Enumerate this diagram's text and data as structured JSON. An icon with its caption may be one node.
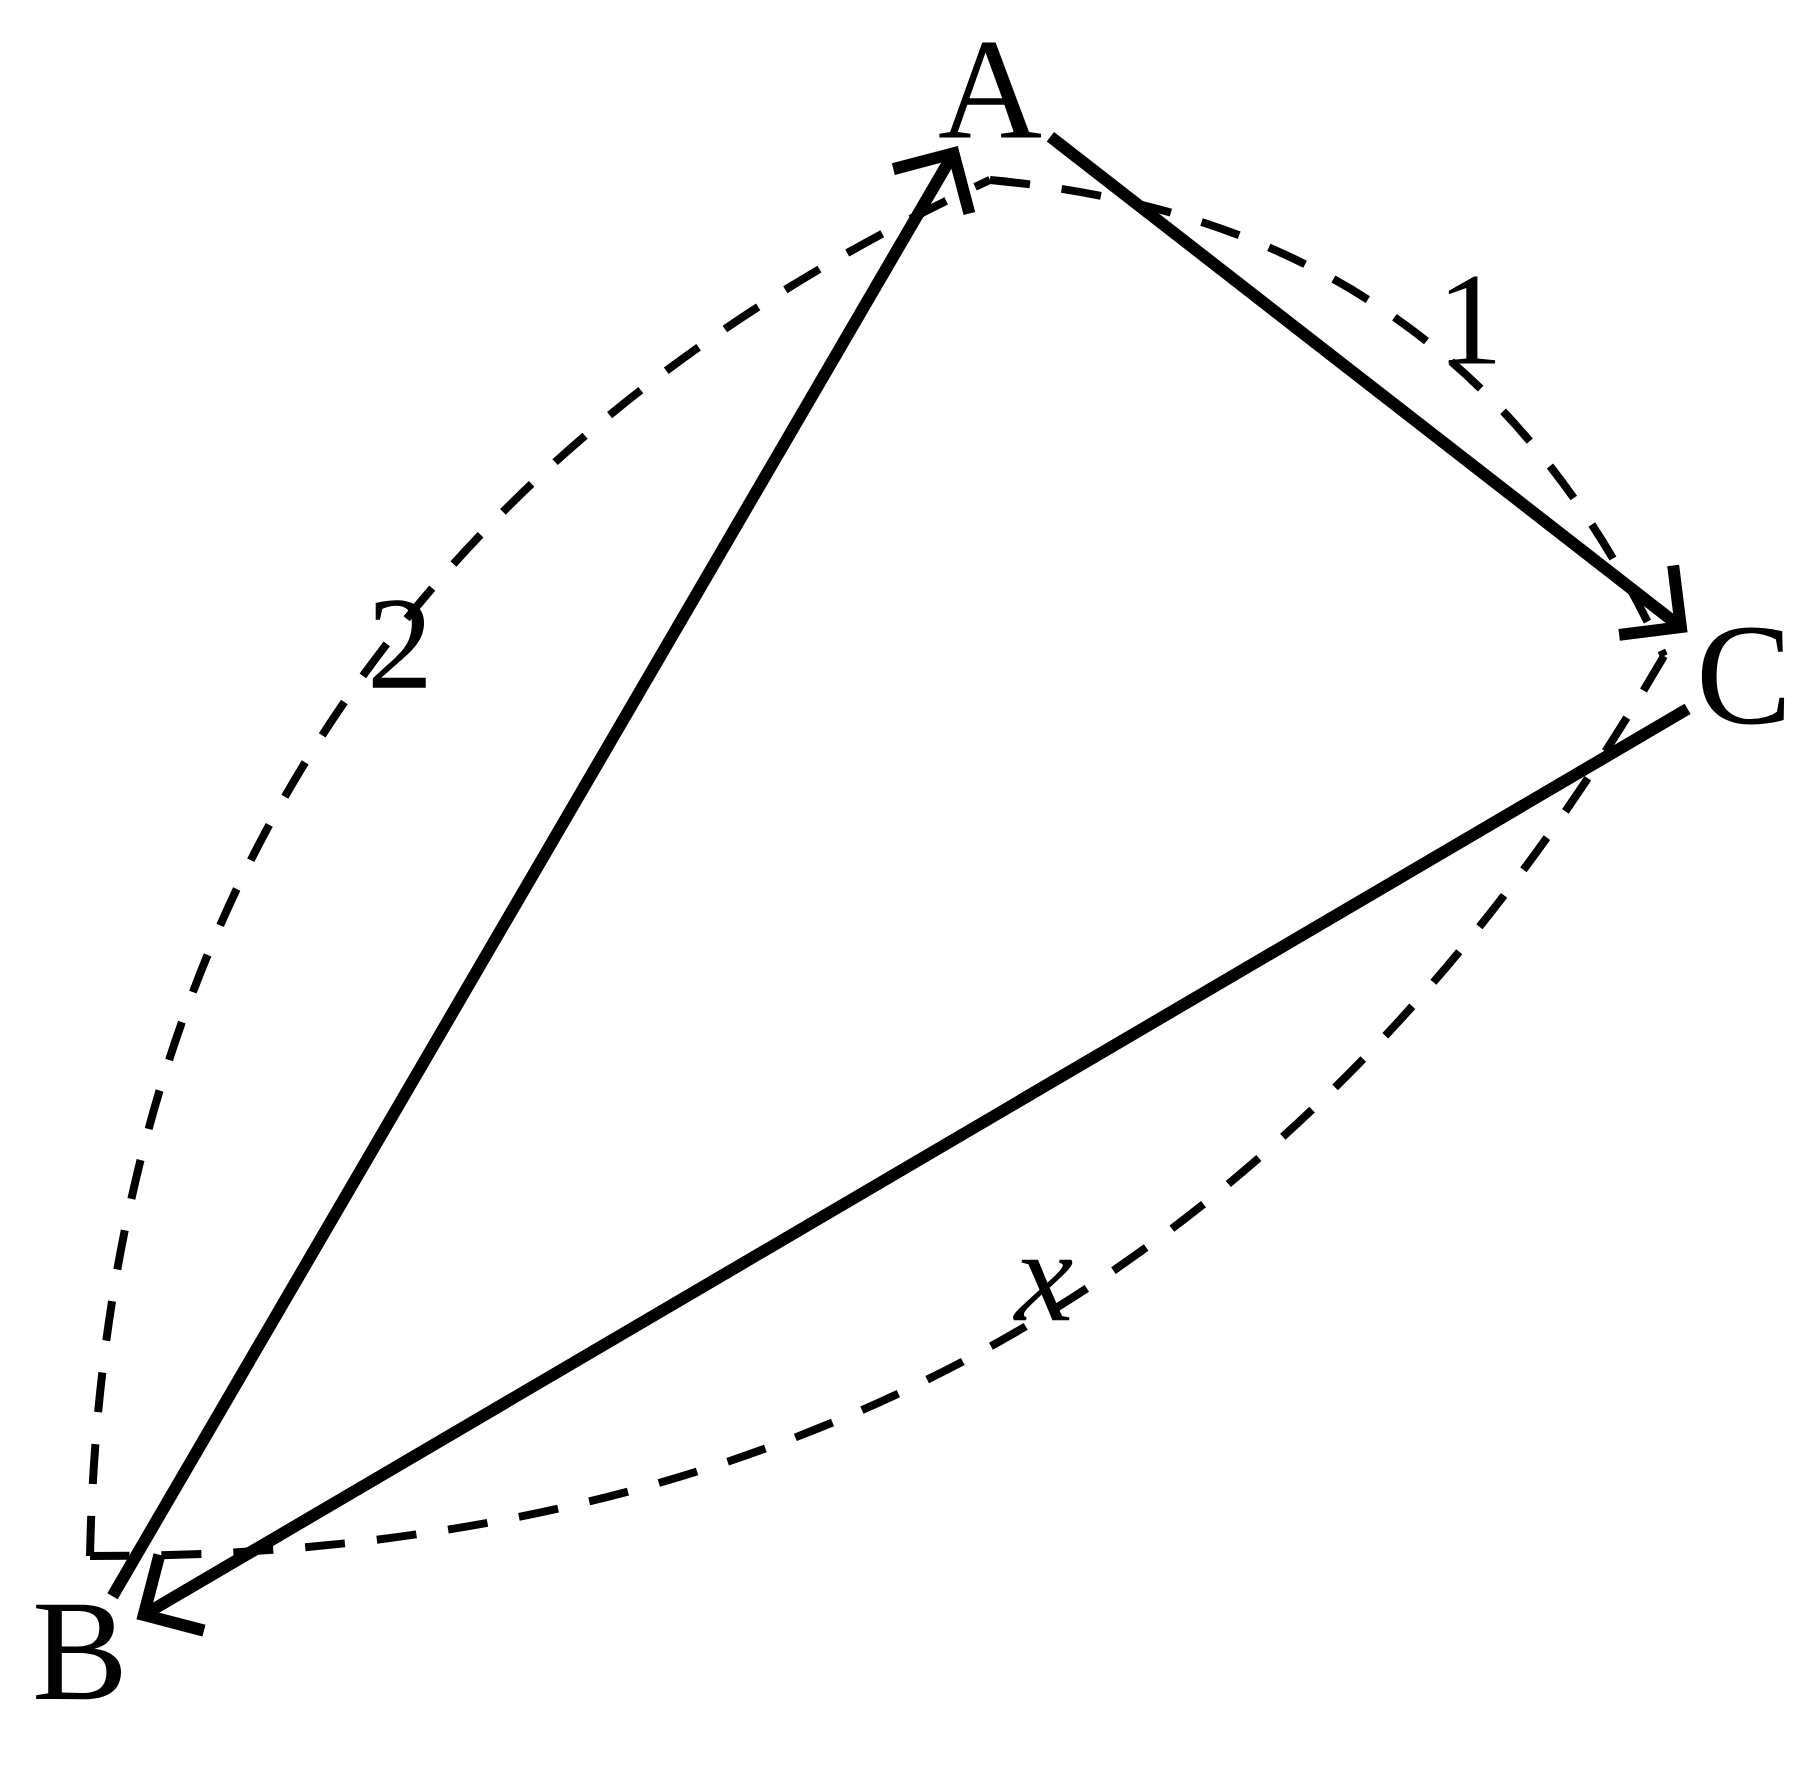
{
  "diagram": {
    "nodes": [
      {
        "text": [
          "A"
        ]
      },
      {
        "text": [
          "B"
        ]
      },
      {
        "text": [
          "C"
        ]
      }
    ],
    "edges": [
      {
        "from": 1,
        "to": 0,
        "arrow": "to"
      },
      {
        "from": 0,
        "to": 2,
        "arrow": "to"
      },
      {
        "from": 2,
        "to": 1,
        "arrow": "to"
      }
    ],
    "labels": [
      "2",
      "1",
      "x"
    ]
  }
}
